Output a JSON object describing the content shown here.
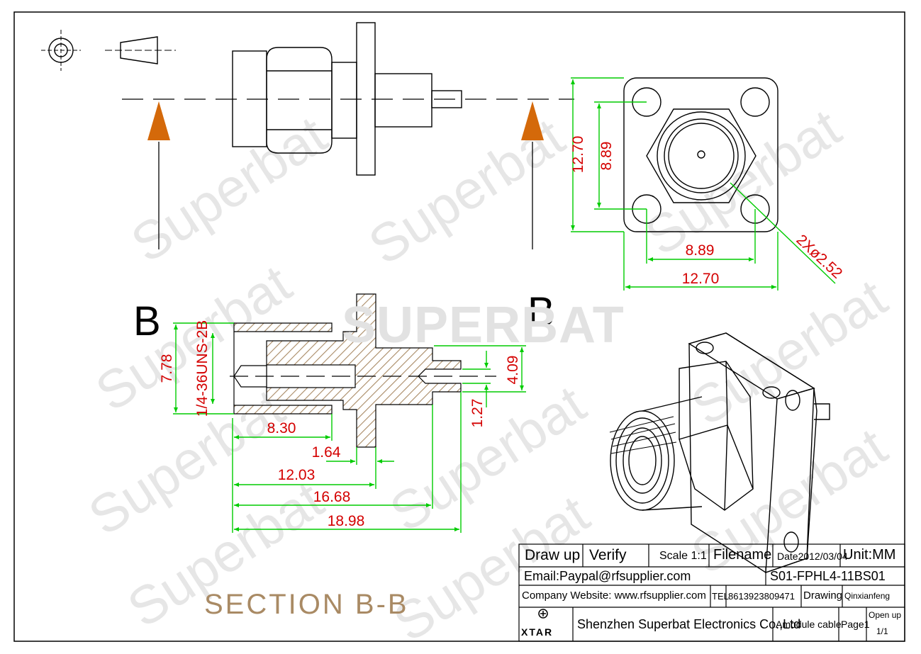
{
  "watermark": {
    "brand": "SUPERBAT",
    "text": "Superbat"
  },
  "section_label": "SECTION B-B",
  "section_markers": {
    "left": "B",
    "right": "B"
  },
  "dimensions": {
    "flange_outer_v": "12.70",
    "hole_spacing_v": "8.89",
    "hole_spacing_h": "8.89",
    "flange_outer_h": "12.70",
    "hole_dia": "2Xø2.52",
    "thread": "1/4-36UNS-2B",
    "body_dia": "7.78",
    "d_830": "8.30",
    "d_164": "1.64",
    "d_1203": "12.03",
    "d_1668": "16.68",
    "d_1898": "18.98",
    "d_127": "1.27",
    "d_409": "4.09"
  },
  "title_block": {
    "draw_up": "Draw up",
    "verify": "Verify",
    "scale": "Scale 1:1",
    "filename": "Filename",
    "date": "Date2012/03/04",
    "unit": "Unit:MM",
    "email": "Email:Paypal@rfsupplier.com",
    "file_id": "S01-FPHL4-11BS01",
    "website": "Company Website:  www.rfsupplier.com",
    "tel_label": "TEL",
    "tel": "8613923809471",
    "drawing": "Drawing",
    "drawer": "Qinxianfeng",
    "logo": "XTAR",
    "company": "Shenzhen Superbat Electronics Co.,Ltd",
    "module": "Amodule cable",
    "page": "Page1",
    "open_up": "Open up",
    "open_pages": "1/1"
  },
  "colors": {
    "dimension_text": "#d40000",
    "dimension_line": "#00cc00",
    "arrow": "#d4690a",
    "hatch_fill": "#a98a64"
  }
}
